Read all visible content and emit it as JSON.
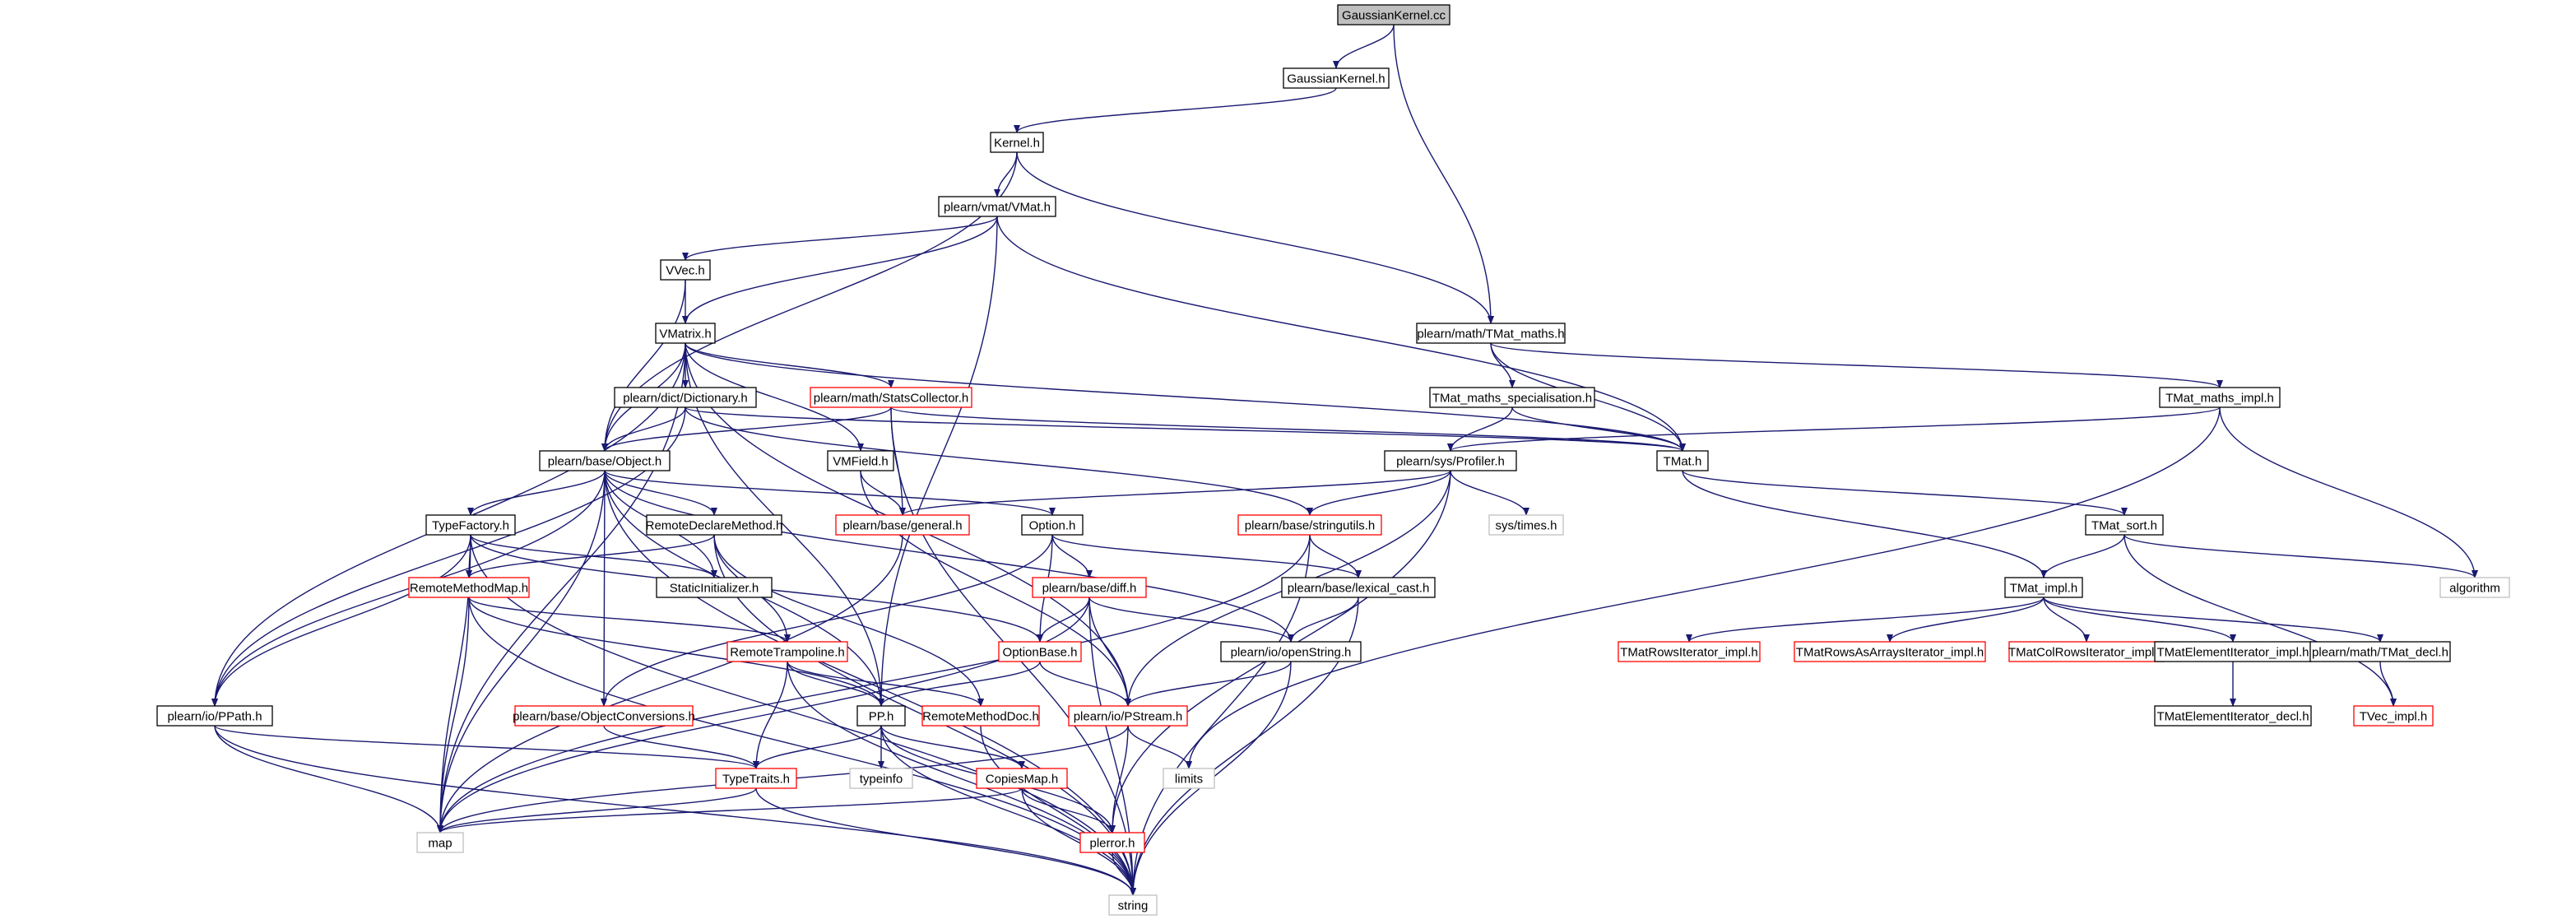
{
  "diagram": {
    "nodes": [
      {
        "id": "gk_cc",
        "label": "GaussianKernel.cc",
        "style": "root"
      },
      {
        "id": "gk_h",
        "label": "GaussianKernel.h",
        "style": "normal"
      },
      {
        "id": "kernel",
        "label": "Kernel.h",
        "style": "normal"
      },
      {
        "id": "vmat",
        "label": "plearn/vmat/VMat.h",
        "style": "normal"
      },
      {
        "id": "vvec",
        "label": "VVec.h",
        "style": "normal"
      },
      {
        "id": "vmatrix",
        "label": "VMatrix.h",
        "style": "normal"
      },
      {
        "id": "tmat_maths",
        "label": "plearn/math/TMat_maths.h",
        "style": "normal"
      },
      {
        "id": "dictionary",
        "label": "plearn/dict/Dictionary.h",
        "style": "normal"
      },
      {
        "id": "statscollector",
        "label": "plearn/math/StatsCollector.h",
        "style": "incomplete"
      },
      {
        "id": "tmat_spec",
        "label": "TMat_maths_specialisation.h",
        "style": "normal"
      },
      {
        "id": "tmat_impl_maths",
        "label": "TMat_maths_impl.h",
        "style": "normal"
      },
      {
        "id": "object",
        "label": "plearn/base/Object.h",
        "style": "normal"
      },
      {
        "id": "vmfield",
        "label": "VMField.h",
        "style": "normal"
      },
      {
        "id": "profiler",
        "label": "plearn/sys/Profiler.h",
        "style": "normal"
      },
      {
        "id": "tmat_h",
        "label": "TMat.h",
        "style": "normal"
      },
      {
        "id": "typefactory",
        "label": "TypeFactory.h",
        "style": "normal"
      },
      {
        "id": "remotedeclare",
        "label": "RemoteDeclareMethod.h",
        "style": "normal"
      },
      {
        "id": "general",
        "label": "plearn/base/general.h",
        "style": "incomplete"
      },
      {
        "id": "option",
        "label": "Option.h",
        "style": "normal"
      },
      {
        "id": "stringutils",
        "label": "plearn/base/stringutils.h",
        "style": "incomplete"
      },
      {
        "id": "systimes",
        "label": "sys/times.h",
        "style": "system"
      },
      {
        "id": "tmat_sort",
        "label": "TMat_sort.h",
        "style": "normal"
      },
      {
        "id": "remotemethodmap",
        "label": "RemoteMethodMap.h",
        "style": "incomplete"
      },
      {
        "id": "staticinit",
        "label": "StaticInitializer.h",
        "style": "normal"
      },
      {
        "id": "diff",
        "label": "plearn/base/diff.h",
        "style": "incomplete"
      },
      {
        "id": "lexical_cast",
        "label": "plearn/base/lexical_cast.h",
        "style": "normal"
      },
      {
        "id": "algorithm",
        "label": "algorithm",
        "style": "system"
      },
      {
        "id": "tmat_impl",
        "label": "TMat_impl.h",
        "style": "normal"
      },
      {
        "id": "remotetrampoline",
        "label": "RemoteTrampoline.h",
        "style": "incomplete"
      },
      {
        "id": "optionbase",
        "label": "OptionBase.h",
        "style": "incomplete"
      },
      {
        "id": "openstring",
        "label": "plearn/io/openString.h",
        "style": "normal"
      },
      {
        "id": "tmatrowsiter",
        "label": "TMatRowsIterator_impl.h",
        "style": "incomplete"
      },
      {
        "id": "tmatrowsasarrays",
        "label": "TMatRowsAsArraysIterator_impl.h",
        "style": "incomplete"
      },
      {
        "id": "tmatcolrows",
        "label": "TMatColRowsIterator_impl.h",
        "style": "incomplete"
      },
      {
        "id": "tmatelemimpl",
        "label": "TMatElementIterator_impl.h",
        "style": "normal"
      },
      {
        "id": "tmat_decl",
        "label": "plearn/math/TMat_decl.h",
        "style": "normal"
      },
      {
        "id": "objconv",
        "label": "plearn/base/ObjectConversions.h",
        "style": "incomplete"
      },
      {
        "id": "ppath",
        "label": "plearn/io/PPath.h",
        "style": "normal"
      },
      {
        "id": "pp",
        "label": "PP.h",
        "style": "normal"
      },
      {
        "id": "remotemethoddoc",
        "label": "RemoteMethodDoc.h",
        "style": "incomplete"
      },
      {
        "id": "pstream",
        "label": "plearn/io/PStream.h",
        "style": "incomplete"
      },
      {
        "id": "tmatelemdecl",
        "label": "TMatElementIterator_decl.h",
        "style": "normal"
      },
      {
        "id": "tvec_impl",
        "label": "TVec_impl.h",
        "style": "incomplete"
      },
      {
        "id": "typeinfo",
        "label": "typeinfo",
        "style": "system"
      },
      {
        "id": "limits",
        "label": "limits",
        "style": "system"
      },
      {
        "id": "typetraits",
        "label": "TypeTraits.h",
        "style": "incomplete"
      },
      {
        "id": "copiesmap",
        "label": "CopiesMap.h",
        "style": "incomplete"
      },
      {
        "id": "map",
        "label": "map",
        "style": "system"
      },
      {
        "id": "plerror",
        "label": "plerror.h",
        "style": "incomplete"
      },
      {
        "id": "string",
        "label": "string",
        "style": "system"
      }
    ],
    "edges": [
      [
        "gk_cc",
        "gk_h"
      ],
      [
        "gk_cc",
        "tmat_maths"
      ],
      [
        "gk_h",
        "kernel"
      ],
      [
        "kernel",
        "vmat"
      ],
      [
        "kernel",
        "tmat_maths"
      ],
      [
        "kernel",
        "object"
      ],
      [
        "vmat",
        "vvec"
      ],
      [
        "vmat",
        "vmatrix"
      ],
      [
        "vmat",
        "tmat_h"
      ],
      [
        "vmat",
        "pp"
      ],
      [
        "vvec",
        "vmatrix"
      ],
      [
        "vvec",
        "object"
      ],
      [
        "vmatrix",
        "dictionary"
      ],
      [
        "vmatrix",
        "statscollector"
      ],
      [
        "vmatrix",
        "object"
      ],
      [
        "vmatrix",
        "vmfield"
      ],
      [
        "vmatrix",
        "tmat_h"
      ],
      [
        "vmatrix",
        "ppath"
      ],
      [
        "vmatrix",
        "pp"
      ],
      [
        "vmatrix",
        "map"
      ],
      [
        "vmatrix",
        "pstream"
      ],
      [
        "dictionary",
        "object"
      ],
      [
        "dictionary",
        "tmat_h"
      ],
      [
        "dictionary",
        "stringutils"
      ],
      [
        "dictionary",
        "ppath"
      ],
      [
        "statscollector",
        "object"
      ],
      [
        "statscollector",
        "general"
      ],
      [
        "statscollector",
        "tmat_h"
      ],
      [
        "statscollector",
        "string"
      ],
      [
        "tmat_maths",
        "tmat_spec"
      ],
      [
        "tmat_maths",
        "tmat_impl_maths"
      ],
      [
        "tmat_maths",
        "tmat_h"
      ],
      [
        "tmat_spec",
        "tmat_h"
      ],
      [
        "tmat_spec",
        "profiler"
      ],
      [
        "tmat_impl_maths",
        "profiler"
      ],
      [
        "tmat_impl_maths",
        "algorithm"
      ],
      [
        "tmat_impl_maths",
        "limits"
      ],
      [
        "object",
        "typefactory"
      ],
      [
        "object",
        "remotedeclare"
      ],
      [
        "object",
        "option"
      ],
      [
        "object",
        "staticinit"
      ],
      [
        "object",
        "pp"
      ],
      [
        "object",
        "ppath"
      ],
      [
        "object",
        "map"
      ],
      [
        "object",
        "string"
      ],
      [
        "object",
        "openstring"
      ],
      [
        "object",
        "objconv"
      ],
      [
        "vmfield",
        "general"
      ],
      [
        "vmfield",
        "pstream"
      ],
      [
        "profiler",
        "general"
      ],
      [
        "profiler",
        "stringutils"
      ],
      [
        "profiler",
        "systimes"
      ],
      [
        "profiler",
        "pstream"
      ],
      [
        "profiler",
        "plerror"
      ],
      [
        "tmat_h",
        "tmat_impl"
      ],
      [
        "tmat_h",
        "tmat_sort"
      ],
      [
        "typefactory",
        "remotemethodmap"
      ],
      [
        "typefactory",
        "staticinit"
      ],
      [
        "typefactory",
        "map"
      ],
      [
        "typefactory",
        "string"
      ],
      [
        "typefactory",
        "ppath"
      ],
      [
        "typefactory",
        "optionbase"
      ],
      [
        "remotedeclare",
        "remotemethodmap"
      ],
      [
        "remotedeclare",
        "remotetrampoline"
      ],
      [
        "remotedeclare",
        "remotemethoddoc"
      ],
      [
        "remotedeclare",
        "string"
      ],
      [
        "general",
        "map"
      ],
      [
        "option",
        "diff"
      ],
      [
        "option",
        "optionbase"
      ],
      [
        "option",
        "lexical_cast"
      ],
      [
        "option",
        "objconv"
      ],
      [
        "stringutils",
        "lexical_cast"
      ],
      [
        "stringutils",
        "map"
      ],
      [
        "stringutils",
        "string"
      ],
      [
        "tmat_sort",
        "tmat_impl"
      ],
      [
        "tmat_sort",
        "algorithm"
      ],
      [
        "tmat_sort",
        "tvec_impl"
      ],
      [
        "remotemethodmap",
        "remotetrampoline"
      ],
      [
        "remotemethodmap",
        "map"
      ],
      [
        "remotemethodmap",
        "string"
      ],
      [
        "remotemethodmap",
        "pp"
      ],
      [
        "diff",
        "optionbase"
      ],
      [
        "diff",
        "openstring"
      ],
      [
        "diff",
        "pstream"
      ],
      [
        "diff",
        "map"
      ],
      [
        "diff",
        "string"
      ],
      [
        "lexical_cast",
        "openstring"
      ],
      [
        "lexical_cast",
        "string"
      ],
      [
        "tmat_impl",
        "tmatrowsiter"
      ],
      [
        "tmat_impl",
        "tmatrowsasarrays"
      ],
      [
        "tmat_impl",
        "tmatcolrows"
      ],
      [
        "tmat_impl",
        "tmatelemimpl"
      ],
      [
        "tmat_impl",
        "tmat_decl"
      ],
      [
        "tmatelemimpl",
        "tmatelemdecl"
      ],
      [
        "tmat_decl",
        "tvec_impl"
      ],
      [
        "remotetrampoline",
        "pp"
      ],
      [
        "remotetrampoline",
        "typetraits"
      ],
      [
        "remotetrampoline",
        "remotemethoddoc"
      ],
      [
        "remotetrampoline",
        "string"
      ],
      [
        "optionbase",
        "pp"
      ],
      [
        "optionbase",
        "pstream"
      ],
      [
        "openstring",
        "pstream"
      ],
      [
        "openstring",
        "string"
      ],
      [
        "objconv",
        "typetraits"
      ],
      [
        "ppath",
        "typetraits"
      ],
      [
        "ppath",
        "map"
      ],
      [
        "ppath",
        "string"
      ],
      [
        "pp",
        "typeinfo"
      ],
      [
        "pp",
        "typetraits"
      ],
      [
        "pp",
        "copiesmap"
      ],
      [
        "pp",
        "plerror"
      ],
      [
        "pp",
        "string"
      ],
      [
        "remotemethoddoc",
        "string"
      ],
      [
        "pstream",
        "limits"
      ],
      [
        "pstream",
        "plerror"
      ],
      [
        "pstream",
        "map"
      ],
      [
        "typetraits",
        "map"
      ],
      [
        "typetraits",
        "string"
      ],
      [
        "copiesmap",
        "map"
      ],
      [
        "copiesmap",
        "plerror"
      ],
      [
        "copiesmap",
        "string"
      ],
      [
        "plerror",
        "string"
      ]
    ]
  },
  "colors": {
    "edge": "#191970",
    "node_border": "#000000",
    "incomplete_border": "#ff0000",
    "system_border": "#bfbfbf",
    "root_fill": "#bfbfbf",
    "node_fill": "#ffffff",
    "text": "#000000"
  }
}
